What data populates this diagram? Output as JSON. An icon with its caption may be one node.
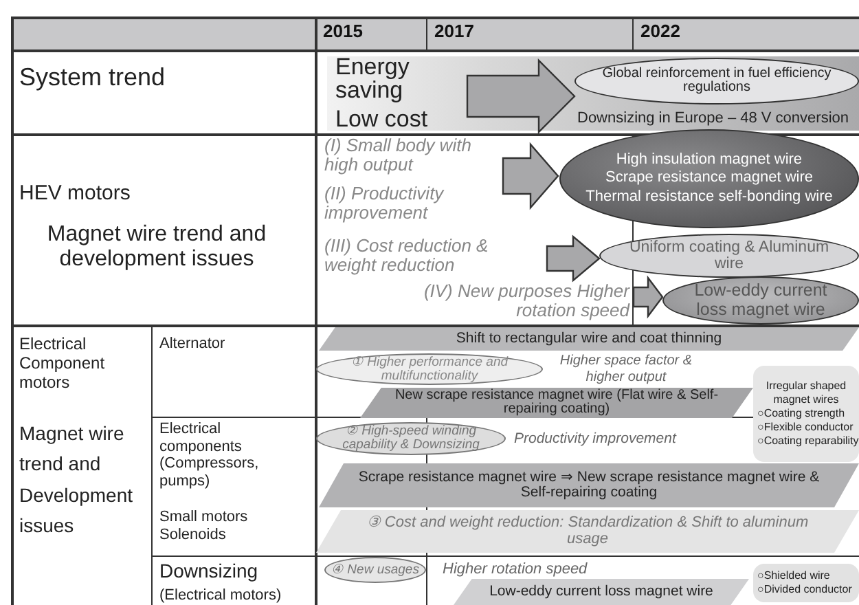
{
  "diagram": {
    "nodes": [
      {
        "text": [
          "Energy saving",
          "Low cost"
        ]
      },
      {
        "text": [
          "Global reinforcement in fuel efficiency regulations"
        ]
      },
      {
        "text": [
          "(I) Small body with high output"
        ]
      },
      {
        "text": [
          "(II) Productivity improvement"
        ]
      },
      {
        "text": [
          "High insulation magnet wire",
          "Scrape resistance magnet wire",
          "Thermal resistance self-bonding wire"
        ]
      },
      {
        "text": [
          "(III) Cost reduction & weight reduction"
        ]
      },
      {
        "text": [
          "Uniform coating & Aluminum wire"
        ]
      },
      {
        "text": [
          "(IV) New purposes Higher rotation speed"
        ]
      },
      {
        "text": [
          "Low-eddy current loss magnet wire"
        ]
      },
      {
        "text": [
          "Shift to rectangular wire and coat thinning"
        ]
      },
      {
        "text": [
          "① Higher performance and multifunctionality"
        ]
      },
      {
        "text": [
          "New scrape resistance magnet wire (Flat wire & Self-repairing coating)"
        ]
      },
      {
        "text": [
          "Irregular shaped magnet wires",
          "○Coating strength",
          "○Flexible conductor",
          "○Coating reparability"
        ]
      },
      {
        "text": [
          "② High-speed winding capability & Downsizing"
        ]
      },
      {
        "text": [
          "Scrape resistance magnet wire ⇒ New scrape resistance magnet wire & Self-repairing coating"
        ]
      },
      {
        "text": [
          "③ Cost and weight reduction: Standardization & Shift to aluminum usage"
        ]
      },
      {
        "text": [
          "④ New usages"
        ]
      },
      {
        "text": [
          "Low-eddy current loss magnet wire"
        ]
      },
      {
        "text": [
          "○Shielded wire",
          "○Divided conductor"
        ]
      }
    ],
    "edges": [
      {
        "from": 0,
        "to": 1,
        "arrow": "to"
      },
      {
        "from": 2,
        "to": 4,
        "arrow": "to"
      },
      {
        "from": 3,
        "to": 4,
        "arrow": "to"
      },
      {
        "from": 5,
        "to": 6,
        "arrow": "to"
      },
      {
        "from": 7,
        "to": 8,
        "arrow": "to"
      }
    ],
    "labels": [
      "2015",
      "2017",
      "2022",
      "System trend",
      "Downsizing in Europe – 48 V conversion",
      "HEV motors",
      "Magnet wire trend and development issues",
      "Electrical Component motors",
      "Alternator",
      "Higher space factor & higher output",
      "Magnet wire trend and Development issues",
      "Electrical components (Compressors, pumps)",
      "Productivity improvement",
      "Small motors Solenoids",
      "Downsizing",
      "Higher rotation speed",
      "(Electrical motors)"
    ]
  }
}
